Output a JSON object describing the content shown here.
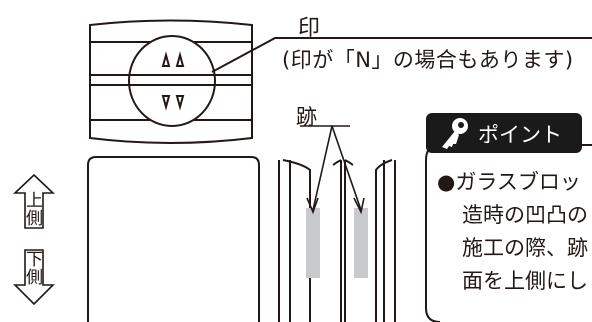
{
  "annotations": {
    "mark_label": "印",
    "mark_note": "(印が「N」の場合もあります)",
    "trace_label": "跡"
  },
  "direction": {
    "up_label": [
      "上",
      "側"
    ],
    "down_label": [
      "下",
      "側"
    ]
  },
  "point_box": {
    "title": "ポイント",
    "lines": [
      "●ガラスブロッ",
      "造時の凹凸の",
      "施工の際、跡",
      "面を上側にし"
    ]
  },
  "colors": {
    "line": "#231815",
    "trace_mark": "#c8c9ca",
    "badge": "#1a1a1a"
  },
  "icons": [
    "key-icon",
    "up-arrow-icon",
    "down-arrow-icon"
  ]
}
